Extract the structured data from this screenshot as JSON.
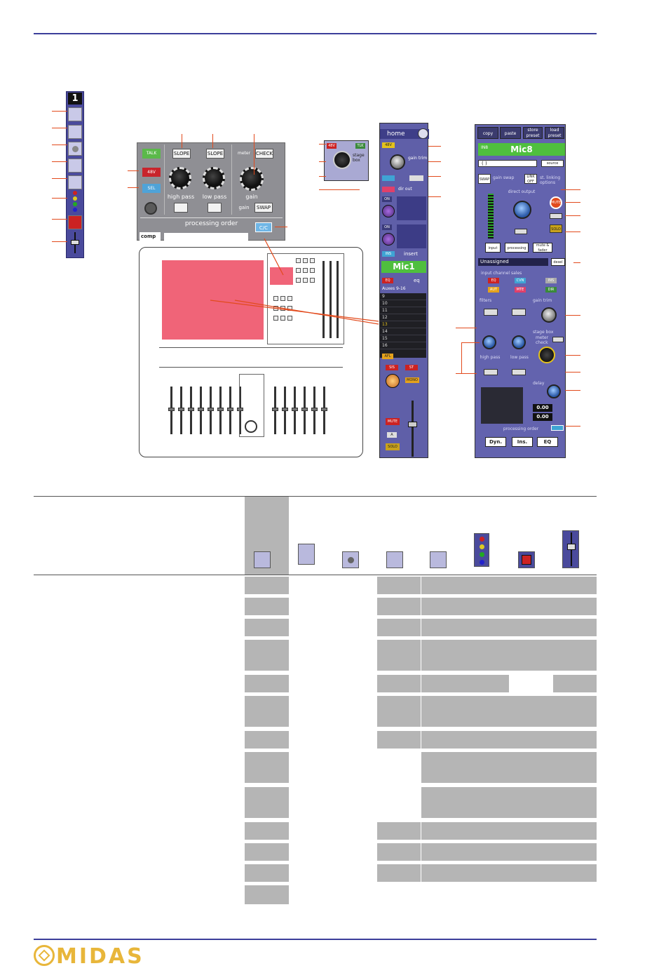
{
  "strip": {
    "channel_number": "1"
  },
  "processing": {
    "talk_label": "TALK",
    "v48_label": "48V",
    "sel_label": "SEL",
    "slope1_label": "SLOPE",
    "slope2_label": "SLOPE",
    "meter_label": "meter",
    "check_label": "CHECK",
    "high_pass_label": "high pass",
    "low_pass_label": "low pass",
    "gain_label": "gain",
    "gain_label2": "gain",
    "swap_label": "SWAP",
    "order_label": "processing order",
    "cc_label": "C/C",
    "comp_label": "comp"
  },
  "channel_screen": {
    "home_label": "home",
    "v48_label": "48V",
    "gain_label": "gain trim",
    "stage_box_label": "stage box",
    "dir_out_label": "dir out",
    "insert_label": "insert",
    "ins_label": "INS",
    "on1_label": "ON",
    "on2_label": "ON",
    "name": "Mic1",
    "eq_label": "eq",
    "eq_btn": "EQ",
    "aux_title": "Auxes 9-16",
    "aux_rows": [
      "9",
      "10",
      "11",
      "12",
      "13",
      "14",
      "15",
      "16"
    ],
    "afl_label": "AFL",
    "sis_label": "SIS",
    "st_label": "ST",
    "mono_label": "MONO",
    "mute_label": "MUTE",
    "a_label": "A",
    "solo_label": "SOLO"
  },
  "right_panel": {
    "copy_label": "copy",
    "paste_label": "paste",
    "store_label": "store preset",
    "load_label": "load preset",
    "ins_label": "IN8",
    "name": "Mic8",
    "name_field": "( )",
    "source_label": "source",
    "swap_label": "SWAP",
    "gain_swap_label": "gain swap",
    "link_label": "LINK OFF",
    "linking_label": "st. linking options",
    "direct_output_label": "direct output",
    "mute_label": "MUTE",
    "solo_label": "SOLO",
    "input_label": "input",
    "processing_label": "processing",
    "mute_fader_label": "mute & fader",
    "unassigned_label": "Unassigned",
    "deselect_label": "desel",
    "input_sales_label": "input channel sales",
    "filters_label": "filters",
    "gain_trim_label": "gain trim",
    "stage_box_label": "stage box",
    "meter_check_label": "meter check",
    "high_pass_label": "high pass",
    "low_pass_label": "low pass",
    "delay_label": "delay",
    "delay_ms": "0.00",
    "delay_ft": "0.00",
    "order_label": "processing order",
    "dyn_label": "Dyn.",
    "ins_btn_label": "Ins.",
    "eq_label": "EQ"
  },
  "footer": {
    "logo_text": "MIDAS"
  },
  "colors": {
    "rule": "#3c3f9a",
    "accent_red": "#e24a1c",
    "table_gray": "#b5b5b5",
    "logo_gold": "#e8b63a"
  }
}
